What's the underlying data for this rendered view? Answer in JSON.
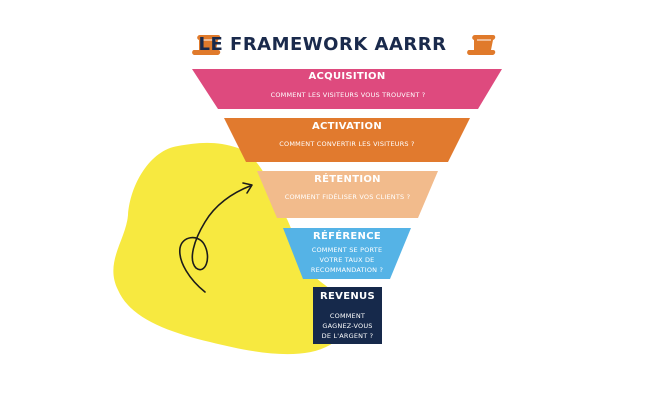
{
  "title": "LE FRAMEWORK AARRR",
  "levels": [
    {
      "name": "ACQUISITION",
      "question": "COMMENT LES VISITEURS VOUS TROUVENT ?",
      "color": "#de4a7e"
    },
    {
      "name": "ACTIVATION",
      "question": "COMMENT CONVERTIR LES VISITEURS ?",
      "color": "#e17a2e"
    },
    {
      "name": "RÉTENTION",
      "question": "COMMENT FIDÉLISER VOS CLIENTS ?",
      "color": "#f2bb8c"
    },
    {
      "name": "RÉFÉRENCE",
      "question": "COMMENT SE PORTE VOTRE TAUX DE RECOMMANDATION ?",
      "color": "#55b3e6"
    },
    {
      "name": "REVENUS",
      "question": "COMMENT GAGNEZ-VOUS DE L'ARGENT ?",
      "color": "#16294b"
    }
  ],
  "colors": {
    "title": "#1a2a4c",
    "scroll_icon": "#e07a2b",
    "yellow_blob": "#f7e940",
    "scribble": "#1b1b1b"
  },
  "icons": [
    "scroll-icon",
    "scroll-icon"
  ]
}
